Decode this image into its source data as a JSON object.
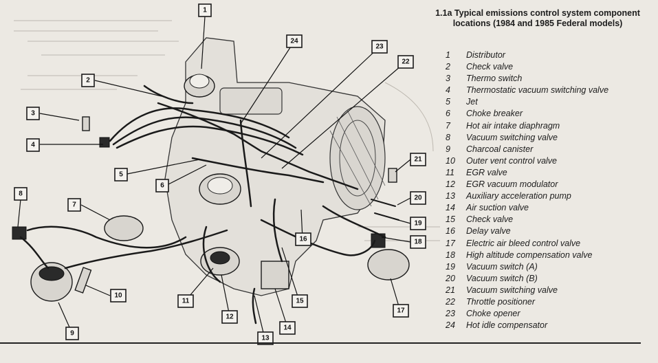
{
  "caption": "1.1a Typical emissions control system component locations (1984 and 1985 Federal models)",
  "legend": [
    {
      "num": "1",
      "label": "Distributor"
    },
    {
      "num": "2",
      "label": "Check valve"
    },
    {
      "num": "3",
      "label": "Thermo switch"
    },
    {
      "num": "4",
      "label": "Thermostatic vacuum switching valve"
    },
    {
      "num": "5",
      "label": "Jet"
    },
    {
      "num": "6",
      "label": "Choke breaker"
    },
    {
      "num": "7",
      "label": "Hot air intake diaphragm"
    },
    {
      "num": "8",
      "label": "Vacuum switching valve"
    },
    {
      "num": "9",
      "label": "Charcoal canister"
    },
    {
      "num": "10",
      "label": "Outer vent control valve"
    },
    {
      "num": "11",
      "label": "EGR valve"
    },
    {
      "num": "12",
      "label": "EGR vacuum modulator"
    },
    {
      "num": "13",
      "label": "Auxiliary acceleration pump"
    },
    {
      "num": "14",
      "label": "Air suction valve"
    },
    {
      "num": "15",
      "label": "Check valve"
    },
    {
      "num": "16",
      "label": "Delay valve"
    },
    {
      "num": "17",
      "label": "Electric air bleed control valve"
    },
    {
      "num": "18",
      "label": "High altitude compensation valve"
    },
    {
      "num": "19",
      "label": "Vacuum switch (A)"
    },
    {
      "num": "20",
      "label": "Vacuum switch (B)"
    },
    {
      "num": "21",
      "label": "Vacuum switching valve"
    },
    {
      "num": "22",
      "label": "Throttle positioner"
    },
    {
      "num": "23",
      "label": "Choke opener"
    },
    {
      "num": "24",
      "label": "Hot idle compensator"
    }
  ],
  "callouts": [
    "1",
    "2",
    "3",
    "4",
    "5",
    "6",
    "7",
    "8",
    "9",
    "10",
    "11",
    "12",
    "13",
    "14",
    "15",
    "16",
    "17",
    "18",
    "19",
    "20",
    "21",
    "22",
    "23",
    "24"
  ]
}
